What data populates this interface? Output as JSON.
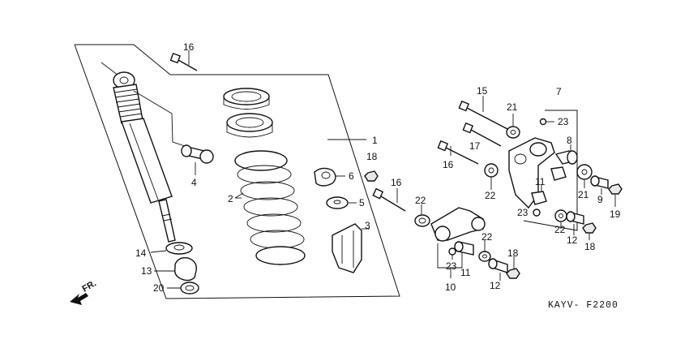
{
  "callouts": [
    {
      "id": "c1",
      "text": "1"
    },
    {
      "id": "c2",
      "text": "2"
    },
    {
      "id": "c3",
      "text": "3"
    },
    {
      "id": "c4",
      "text": "4"
    },
    {
      "id": "c5",
      "text": "5"
    },
    {
      "id": "c6",
      "text": "6"
    },
    {
      "id": "c7",
      "text": "7"
    },
    {
      "id": "c8",
      "text": "8"
    },
    {
      "id": "c9",
      "text": "9"
    },
    {
      "id": "c10",
      "text": "10"
    },
    {
      "id": "c11a",
      "text": "11"
    },
    {
      "id": "c11b",
      "text": "11"
    },
    {
      "id": "c12a",
      "text": "12"
    },
    {
      "id": "c12b",
      "text": "12"
    },
    {
      "id": "c13",
      "text": "13"
    },
    {
      "id": "c14",
      "text": "14"
    },
    {
      "id": "c15",
      "text": "15"
    },
    {
      "id": "c16a",
      "text": "16"
    },
    {
      "id": "c16b",
      "text": "16"
    },
    {
      "id": "c16c",
      "text": "16"
    },
    {
      "id": "c17",
      "text": "17"
    },
    {
      "id": "c18a",
      "text": "18"
    },
    {
      "id": "c18b",
      "text": "18"
    },
    {
      "id": "c18c",
      "text": "18"
    },
    {
      "id": "c19",
      "text": "19"
    },
    {
      "id": "c20",
      "text": "20"
    },
    {
      "id": "c21a",
      "text": "21"
    },
    {
      "id": "c21b",
      "text": "21"
    },
    {
      "id": "c22a",
      "text": "22"
    },
    {
      "id": "c22b",
      "text": "22"
    },
    {
      "id": "c22c",
      "text": "22"
    },
    {
      "id": "c22d",
      "text": "22"
    },
    {
      "id": "c23a",
      "text": "23"
    },
    {
      "id": "c23b",
      "text": "23"
    },
    {
      "id": "c23c",
      "text": "23"
    }
  ],
  "direction_label": "FR.",
  "diagram_code": "KAYV- F2200",
  "colors": {
    "ink": "#111111",
    "background": "#ffffff"
  }
}
